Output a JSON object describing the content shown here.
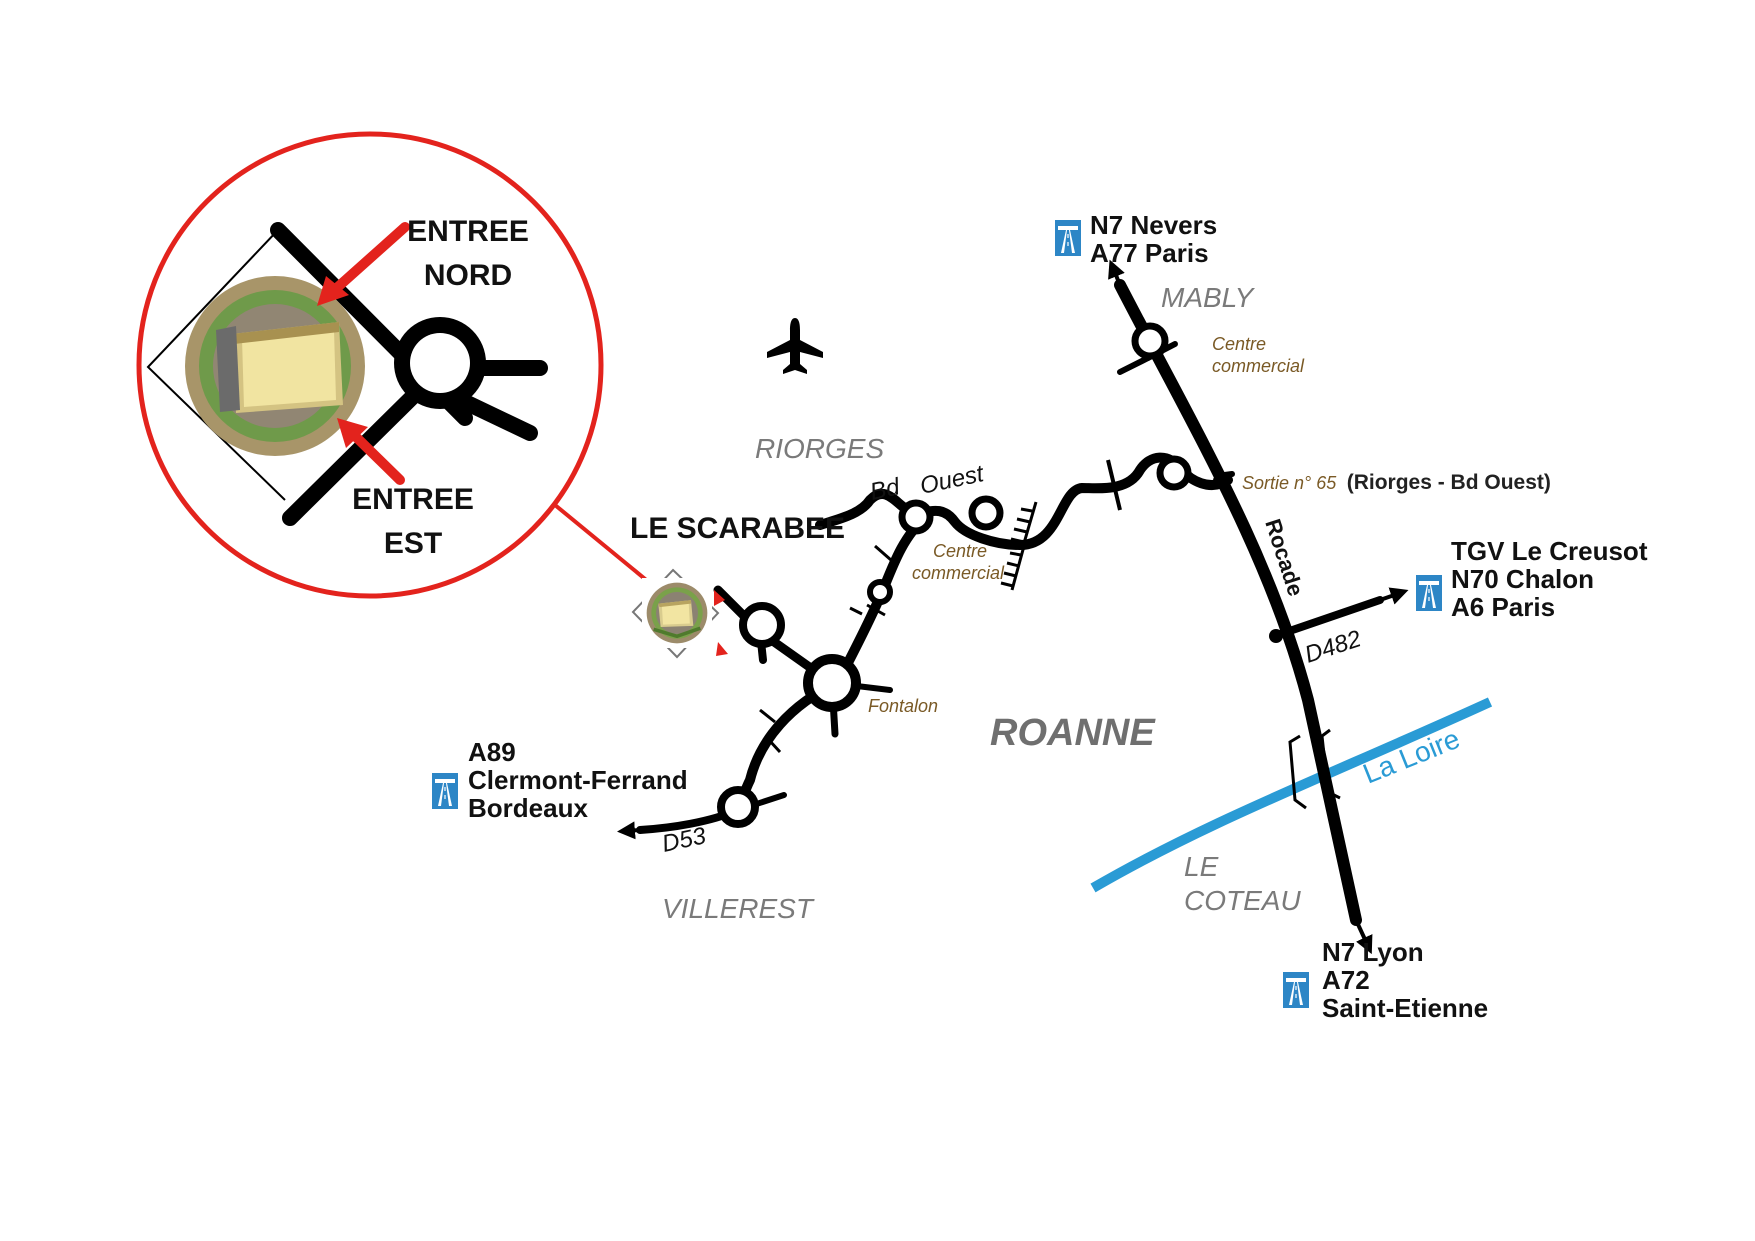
{
  "labels": {
    "le_scarabee": "LE SCARABEE",
    "entree_nord_1": "ENTREE",
    "entree_nord_2": "NORD",
    "entree_est_1": "ENTREE",
    "entree_est_2": "EST",
    "riorges": "RIORGES",
    "mably": "MABLY",
    "roanne": "ROANNE",
    "villerest": "VILLEREST",
    "le_coteau_1": "LE",
    "le_coteau_2": "COTEAU",
    "la_loire": "La Loire",
    "bd_ouest_1": "Bd",
    "bd_ouest_2": "Ouest",
    "rocade": "Rocade",
    "d482": "D482",
    "d53": "D53",
    "fontalon": "Fontalon",
    "centre_commercial_mably_1": "Centre",
    "centre_commercial_mably_2": "commercial",
    "centre_commercial_bd_1": "Centre",
    "centre_commercial_bd_2": "commercial",
    "sortie_part1": "Sortie n° 65",
    "sortie_part2": "(Riorges - Bd Ouest)"
  },
  "destinations": {
    "north": [
      "N7 Nevers",
      "A77 Paris"
    ],
    "east": [
      "TGV Le Creusot",
      "N70 Chalon",
      "A6 Paris"
    ],
    "south": [
      "N7 Lyon",
      "A72",
      "Saint-Etienne"
    ],
    "west": [
      "A89",
      "Clermont-Ferrand",
      "Bordeaux"
    ]
  },
  "icons": {
    "motorway": "motorway-sign-icon",
    "airport": "airplane-icon",
    "venue": "stadium-icon",
    "roundabout": "roundabout-icon",
    "railway": "railway-crossing-icon"
  },
  "colors": {
    "callout_red": "#e3231d",
    "river_blue": "#2a9bd5",
    "motorway_blue": "#2d86c6",
    "road_black": "#000000",
    "town_grey": "#7a7a7a",
    "poi_brown": "#7a5a26"
  }
}
